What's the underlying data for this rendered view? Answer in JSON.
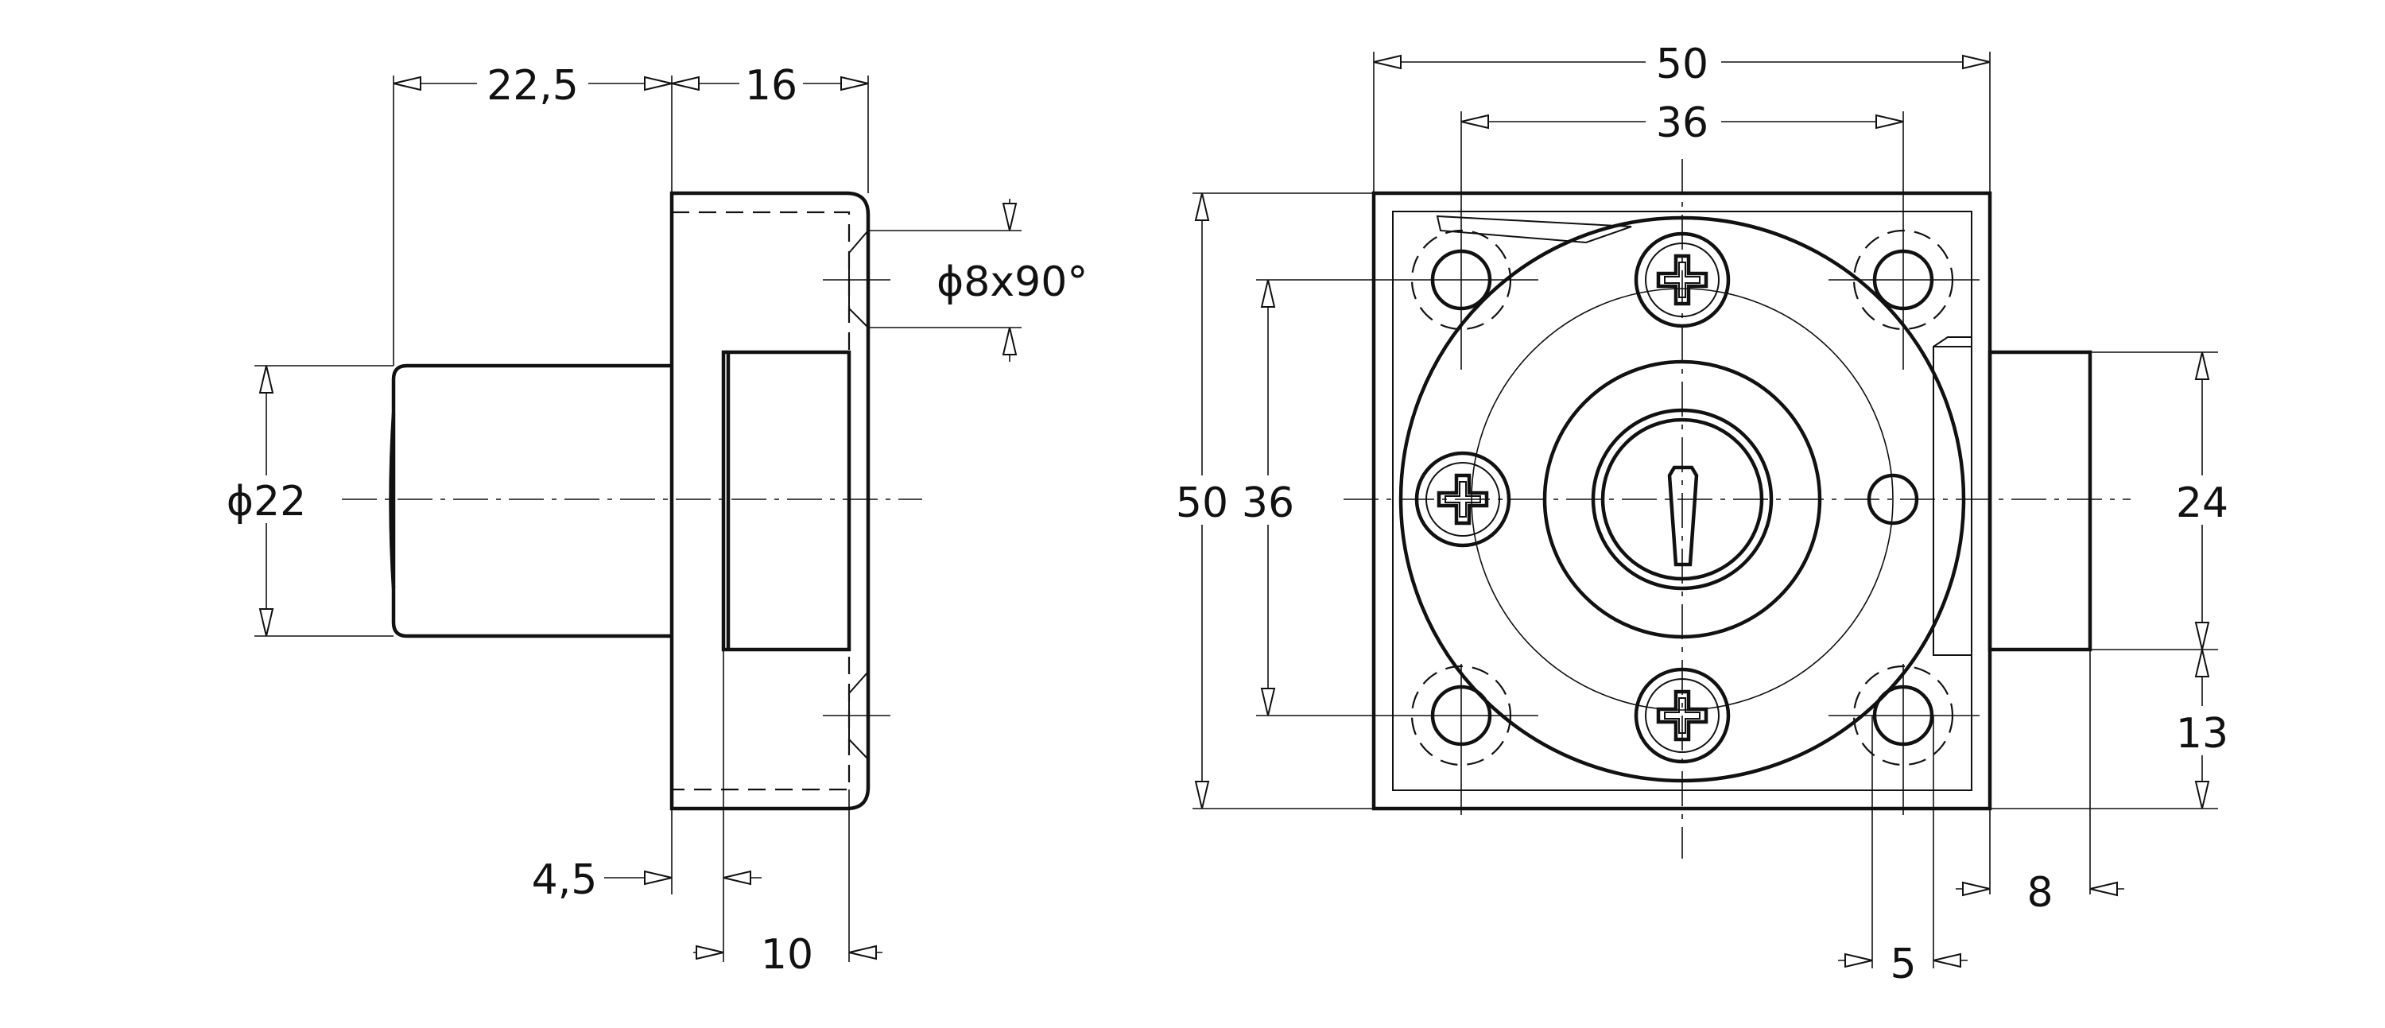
{
  "colors": {
    "line": "#111111",
    "background": "#ffffff"
  },
  "side_view": {
    "dim_22_5": "22,5",
    "dim_16": "16",
    "dim_phi22": "ϕ22",
    "dim_phi8": "ϕ8x90°",
    "dim_4_5": "4,5",
    "dim_10": "10"
  },
  "front_view": {
    "dim_50_width": "50",
    "dim_36_width": "36",
    "dim_50_height": "50",
    "dim_36_height": "36",
    "dim_24": "24",
    "dim_13": "13",
    "dim_8": "8",
    "dim_5": "5"
  }
}
